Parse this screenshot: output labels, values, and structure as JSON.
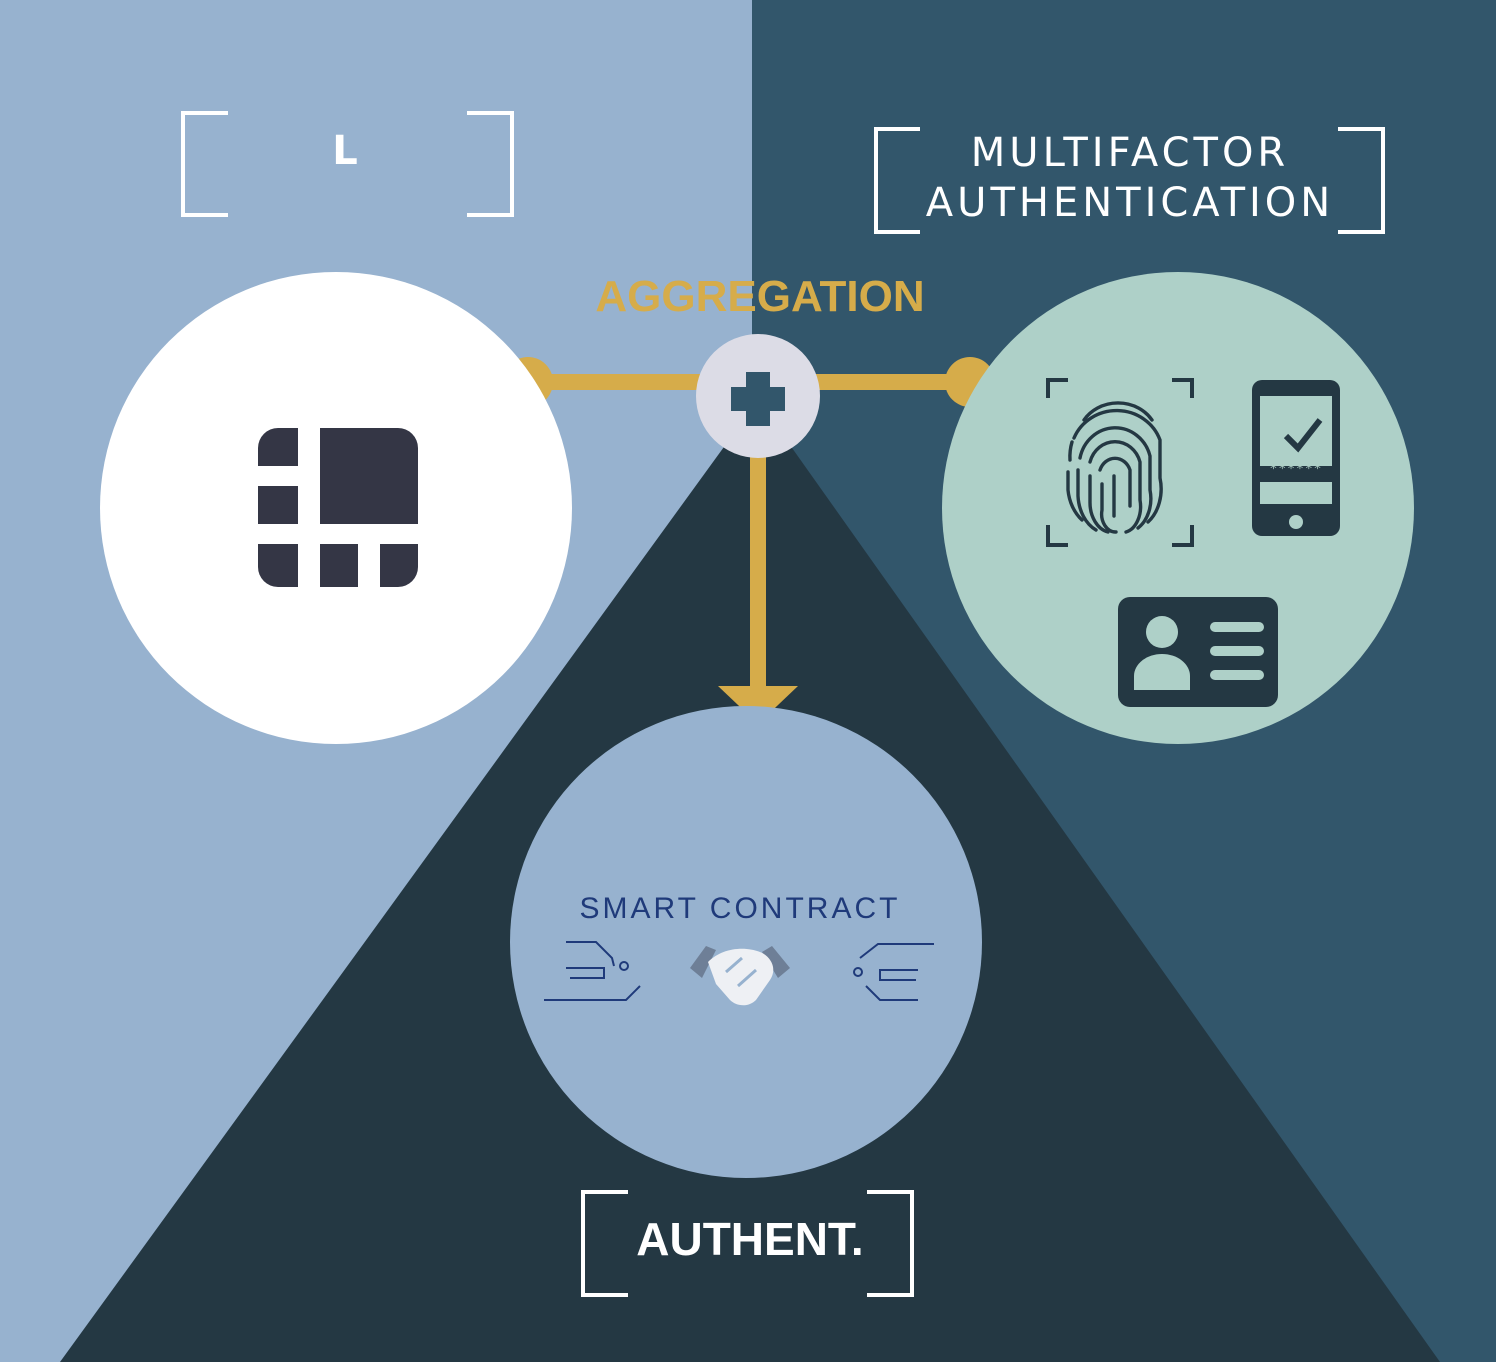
{
  "labels": {
    "left": "L",
    "multifactor_line1": "MULTIFACTOR",
    "multifactor_line2": "AUTHENTICATION",
    "aggregation": "AGGREGATION",
    "bottom": "AUTHENT."
  },
  "smart_contract": {
    "title": "SMART CONTRACT"
  },
  "phone": {
    "password_mask": "******"
  },
  "icons": {
    "left": "ledger-grid-icon",
    "center": "plus-icon",
    "fingerprint": "fingerprint-icon",
    "phone": "phone-check-icon",
    "id": "id-card-icon",
    "handshake": "handshake-icon"
  },
  "colors": {
    "light_blue": "#97b2cf",
    "dark_blue": "#32566b",
    "dark": "#243843",
    "gold": "#d6ac4a",
    "mint": "#aed0c8",
    "node": "#dcdce6",
    "icon_dark": "#343645"
  }
}
